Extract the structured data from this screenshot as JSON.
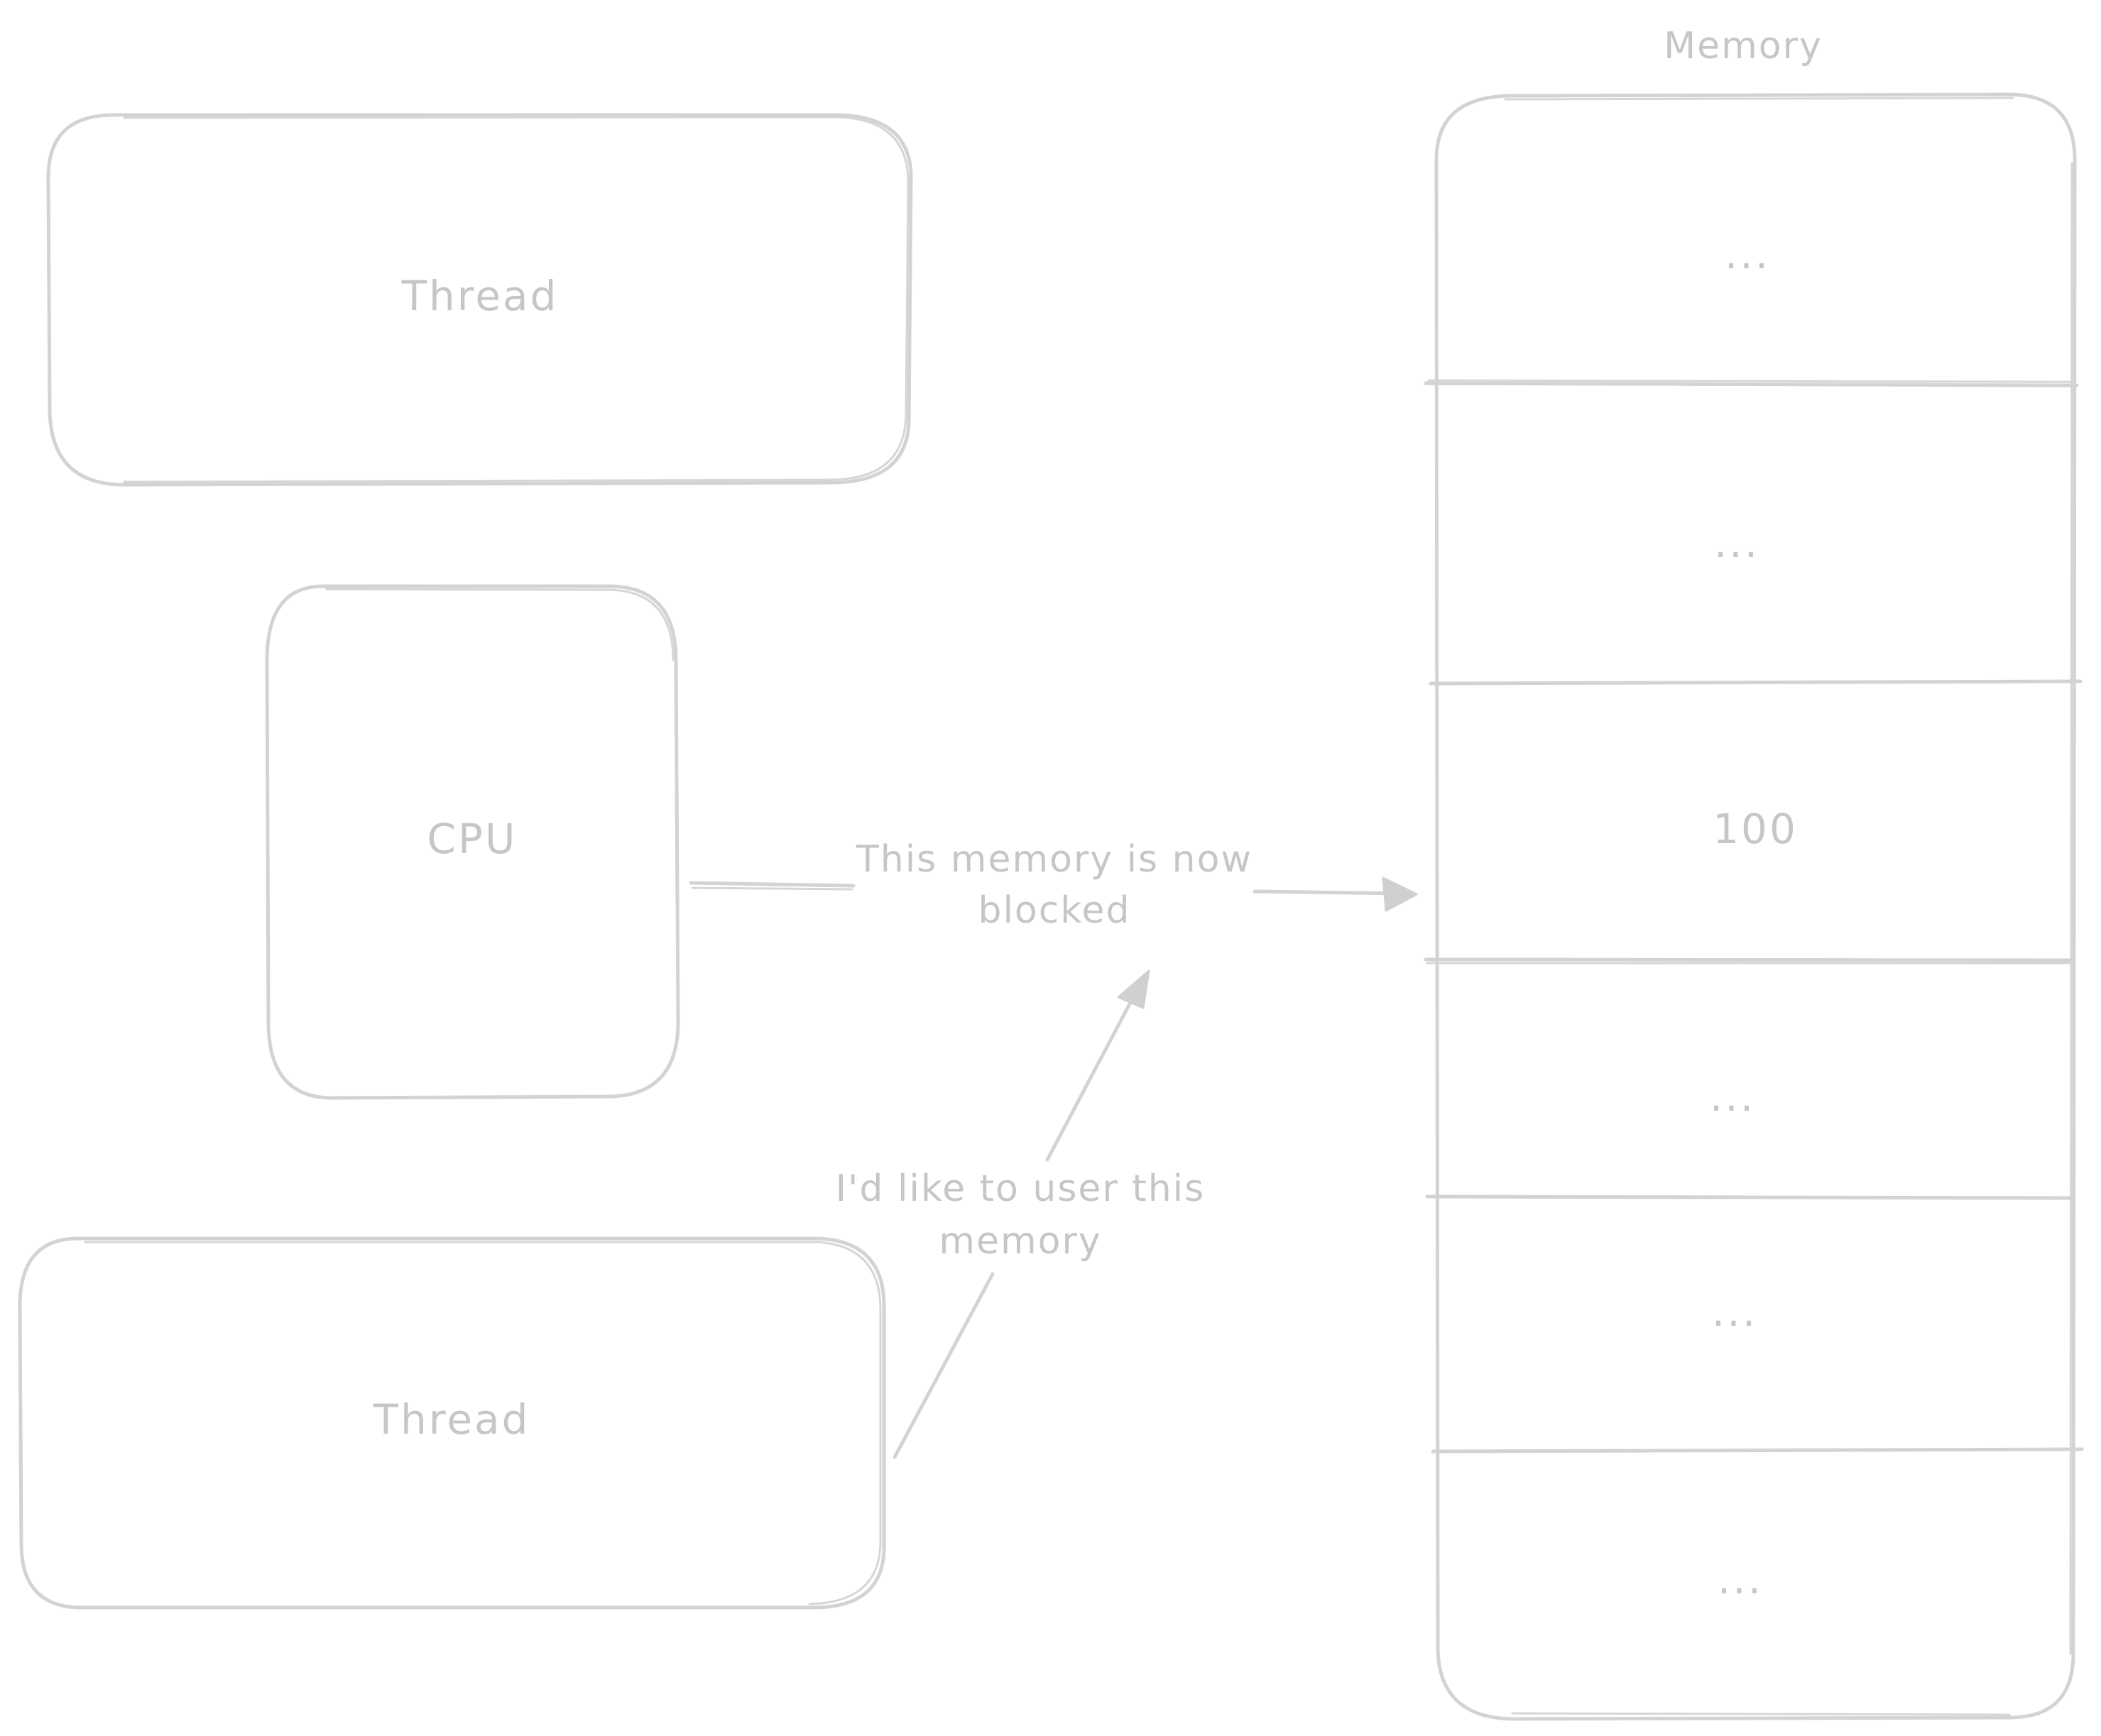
{
  "diagram": {
    "thread_top": {
      "label": "Thread"
    },
    "cpu": {
      "label": "CPU"
    },
    "thread_bottom": {
      "label": "Thread"
    },
    "memory": {
      "title": "Memory",
      "cells": [
        "...",
        "...",
        "100",
        "...",
        "...",
        "..."
      ]
    },
    "connectors": {
      "cpu_to_memory": {
        "label_lines": [
          "This memory is now",
          "blocked"
        ]
      },
      "thread_to_blocked": {
        "label_lines": [
          "I'd like to user this",
          "memory"
        ]
      }
    },
    "colors": {
      "stroke": "#d3d3d3",
      "text": "#c6c6c6",
      "background": "#ffffff"
    }
  }
}
